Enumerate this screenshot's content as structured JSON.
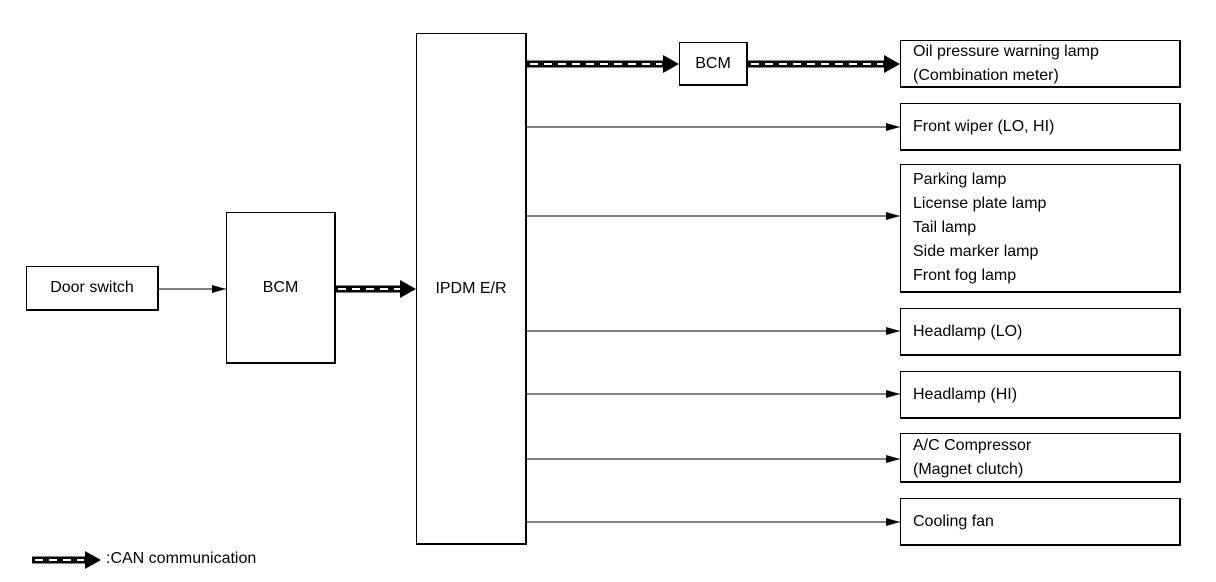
{
  "boxes": {
    "door_switch": "Door switch",
    "bcm_input": "BCM",
    "ipdm": "IPDM E/R",
    "bcm_output": "BCM"
  },
  "outputs": {
    "oil_pressure": [
      "Oil pressure warning lamp",
      "(Combination meter)"
    ],
    "front_wiper": [
      "Front wiper (LO, HI)"
    ],
    "lamps": [
      "Parking lamp",
      "License plate lamp",
      "Tail lamp",
      "Side marker lamp",
      "Front fog lamp"
    ],
    "headlamp_lo": [
      "Headlamp (LO)"
    ],
    "headlamp_hi": [
      "Headlamp (HI)"
    ],
    "ac_compressor": [
      "A/C Compressor",
      "(Magnet clutch)"
    ],
    "cooling_fan": [
      "Cooling fan"
    ]
  },
  "legend": {
    "can_label": ":CAN communication"
  },
  "colors": {
    "line": "#000000",
    "can_dash": "#ffffff"
  }
}
